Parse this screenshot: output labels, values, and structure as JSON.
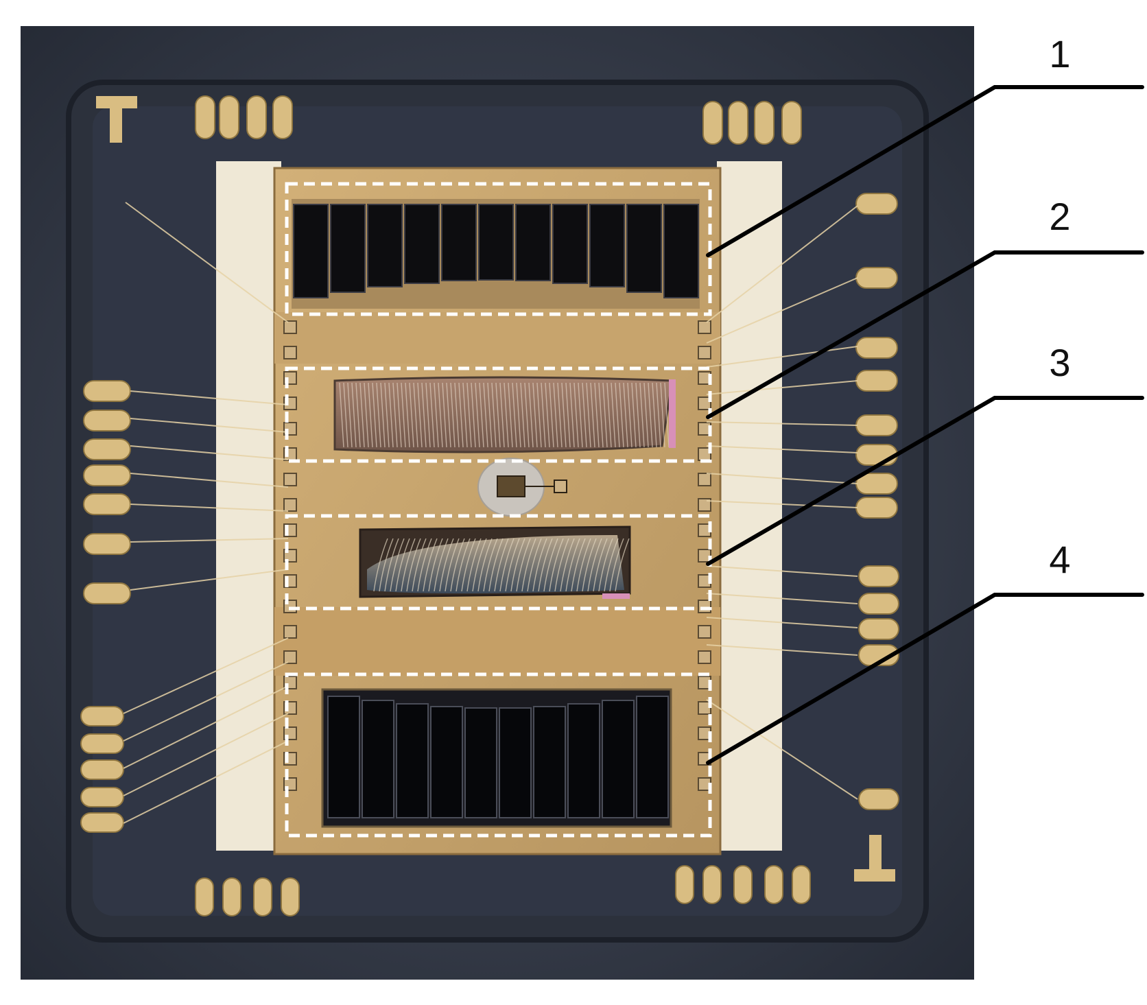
{
  "figure": {
    "callouts": [
      {
        "label": "1",
        "target": "top-actuator-array"
      },
      {
        "label": "2",
        "target": "upper-comb-drive"
      },
      {
        "label": "3",
        "target": "lower-comb-drive"
      },
      {
        "label": "4",
        "target": "bottom-actuator-array"
      }
    ]
  },
  "colors": {
    "package": "#3a4150",
    "die": "#c8a46c",
    "gold_pad": "#d9bd82",
    "ceramic": "#efe8d6",
    "dashed_box": "#ffffff",
    "leader_line": "#000000"
  }
}
